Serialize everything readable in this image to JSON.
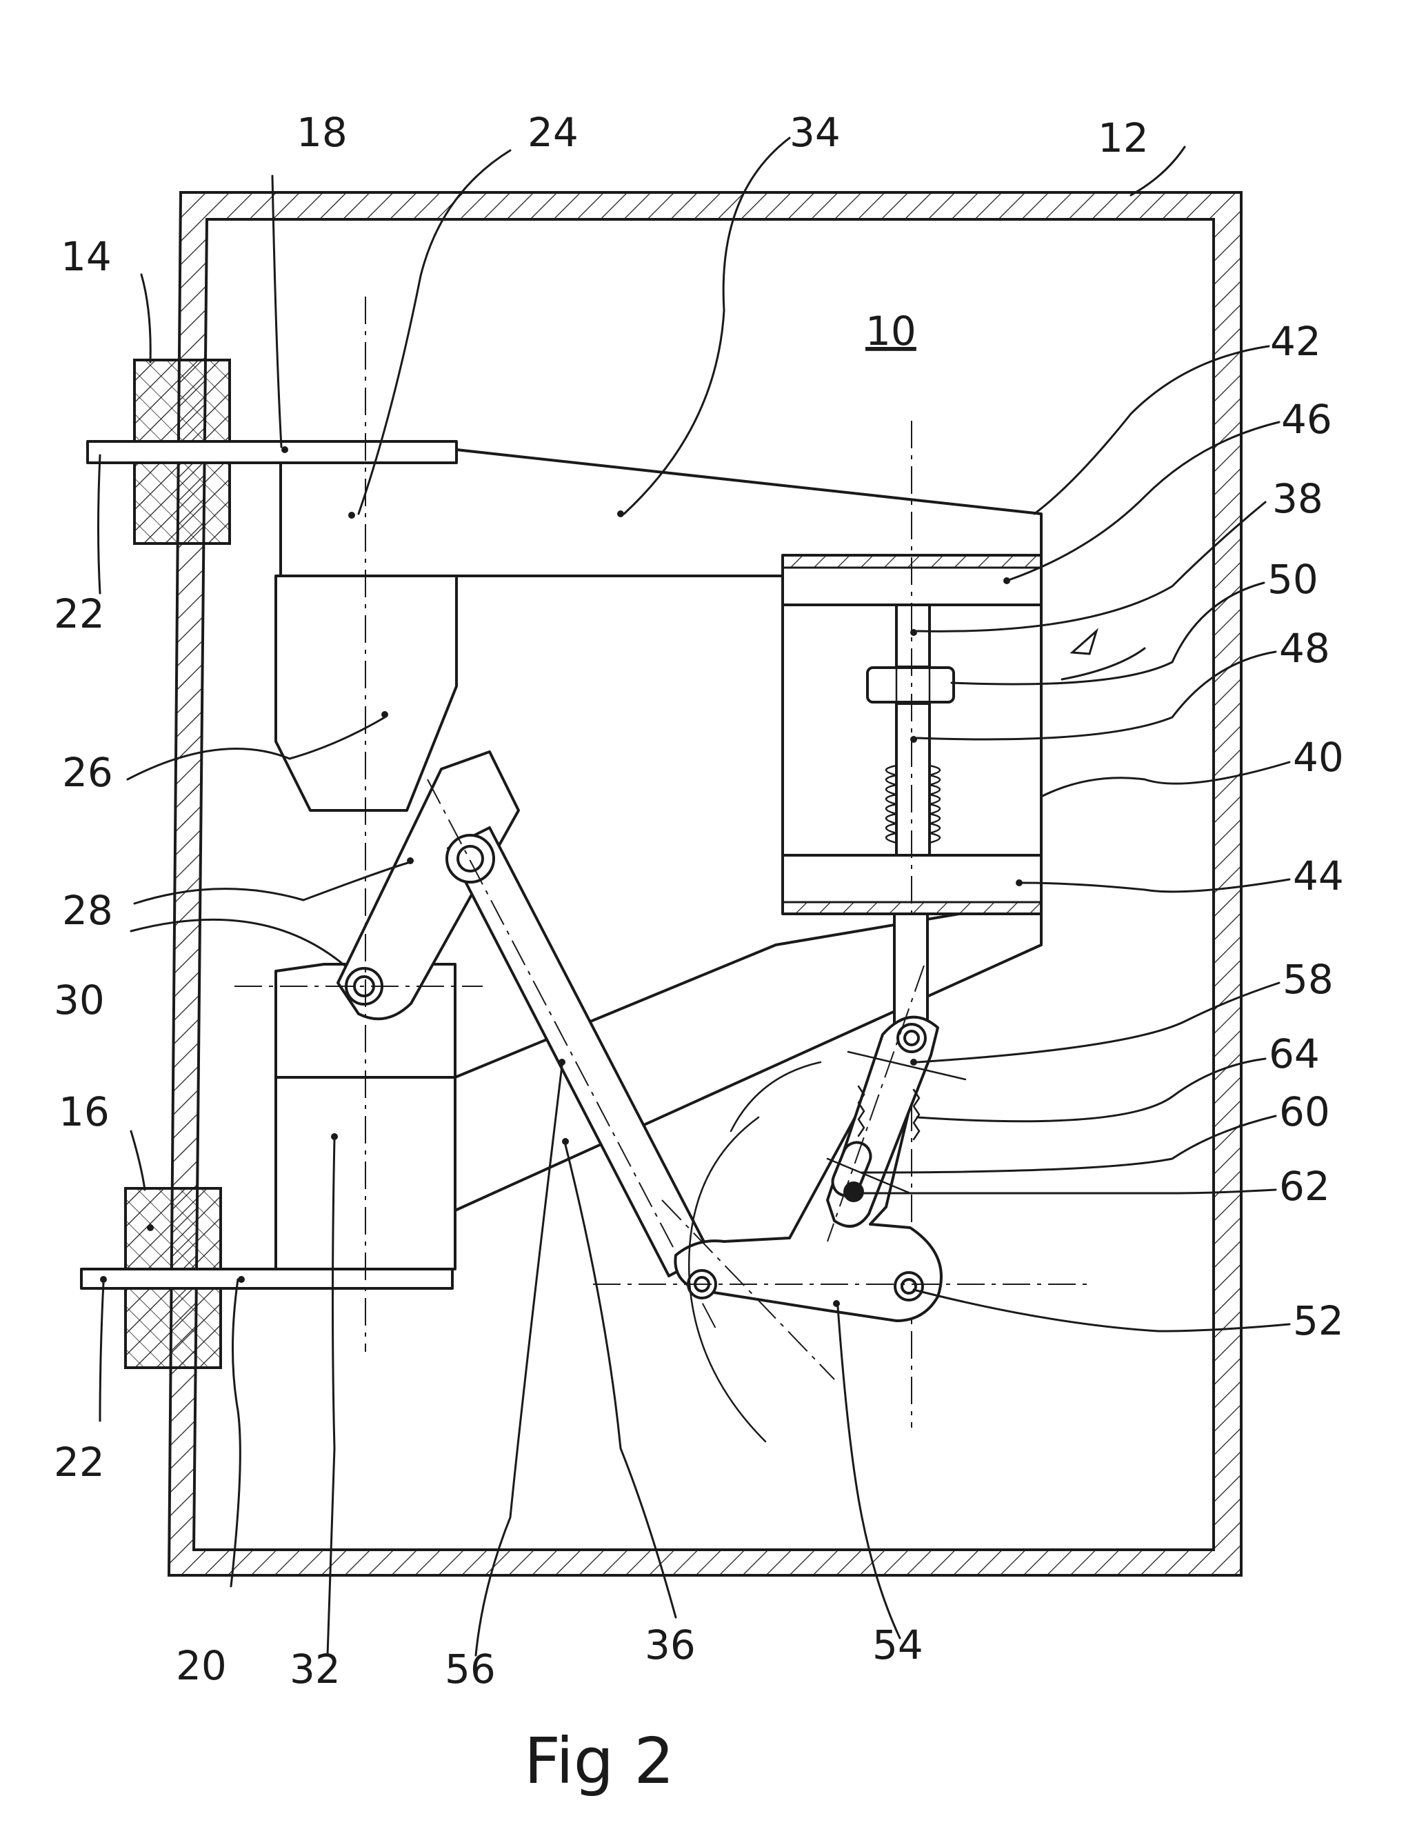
{
  "figure": {
    "caption": "Fig 2",
    "colors": {
      "ink": "#1a1a1a",
      "paper": "#ffffff"
    }
  },
  "labels": [
    {
      "id": "ref-10",
      "text": "10"
    },
    {
      "id": "ref-12",
      "text": "12"
    },
    {
      "id": "ref-14",
      "text": "14"
    },
    {
      "id": "ref-16",
      "text": "16"
    },
    {
      "id": "ref-18",
      "text": "18"
    },
    {
      "id": "ref-20",
      "text": "20"
    },
    {
      "id": "ref-22-top",
      "text": "22"
    },
    {
      "id": "ref-22-bottom",
      "text": "22"
    },
    {
      "id": "ref-24",
      "text": "24"
    },
    {
      "id": "ref-26",
      "text": "26"
    },
    {
      "id": "ref-28",
      "text": "28"
    },
    {
      "id": "ref-30",
      "text": "30"
    },
    {
      "id": "ref-32",
      "text": "32"
    },
    {
      "id": "ref-34",
      "text": "34"
    },
    {
      "id": "ref-36",
      "text": "36"
    },
    {
      "id": "ref-38",
      "text": "38"
    },
    {
      "id": "ref-40",
      "text": "40"
    },
    {
      "id": "ref-42",
      "text": "42"
    },
    {
      "id": "ref-44",
      "text": "44"
    },
    {
      "id": "ref-46",
      "text": "46"
    },
    {
      "id": "ref-48",
      "text": "48"
    },
    {
      "id": "ref-50",
      "text": "50"
    },
    {
      "id": "ref-52",
      "text": "52"
    },
    {
      "id": "ref-54",
      "text": "54"
    },
    {
      "id": "ref-56",
      "text": "56"
    },
    {
      "id": "ref-58",
      "text": "58"
    },
    {
      "id": "ref-60",
      "text": "60"
    },
    {
      "id": "ref-62",
      "text": "62"
    },
    {
      "id": "ref-64",
      "text": "64"
    }
  ]
}
